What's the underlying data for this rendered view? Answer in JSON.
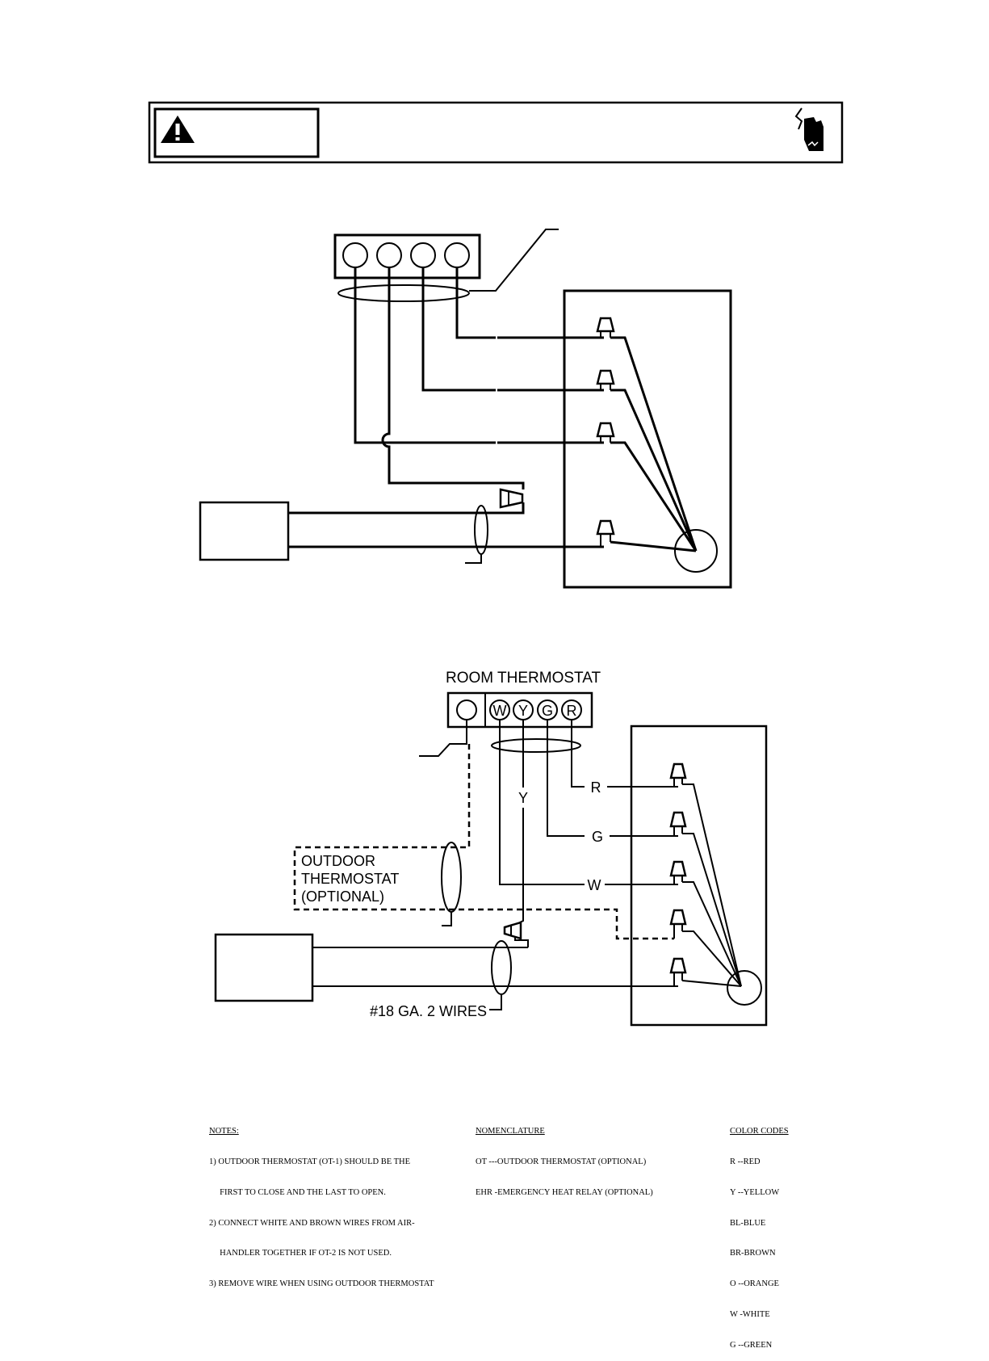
{
  "diagram2": {
    "room_thermostat_label": "ROOM THERMOSTAT",
    "terminals": [
      "W",
      "Y",
      "G",
      "R"
    ],
    "wire_labels": {
      "y": "Y",
      "r": "R",
      "g": "G",
      "w": "W"
    },
    "outdoor_thermostat_lines": [
      "OUTDOOR",
      "THERMOSTAT",
      "(OPTIONAL)"
    ],
    "wire_gauge_label": "#18 GA. 2 WIRES"
  },
  "notes": {
    "heading": "NOTES:",
    "lines": [
      "1) OUTDOOR THERMOSTAT (OT-1) SHOULD BE THE",
      "     FIRST TO CLOSE AND THE LAST TO OPEN.",
      "2) CONNECT WHITE AND BROWN WIRES FROM AIR-",
      "     HANDLER TOGETHER IF OT-2 IS NOT USED.",
      "3) REMOVE WIRE WHEN USING OUTDOOR THERMOSTAT"
    ]
  },
  "nomenclature": {
    "heading": "NOMENCLATURE",
    "lines": [
      "OT ---OUTDOOR THERMOSTAT (OPTIONAL)",
      "EHR -EMERGENCY HEAT RELAY (OPTIONAL)"
    ]
  },
  "color_codes": {
    "heading": "COLOR CODES",
    "lines": [
      "R --RED",
      "Y --YELLOW",
      "BL-BLUE",
      "BR-BROWN",
      "O --ORANGE",
      "W -WHITE",
      "G --GREEN"
    ]
  },
  "icons": {
    "warning": "warning-triangle-icon",
    "hazard": "electrical-shock-hand-icon"
  }
}
